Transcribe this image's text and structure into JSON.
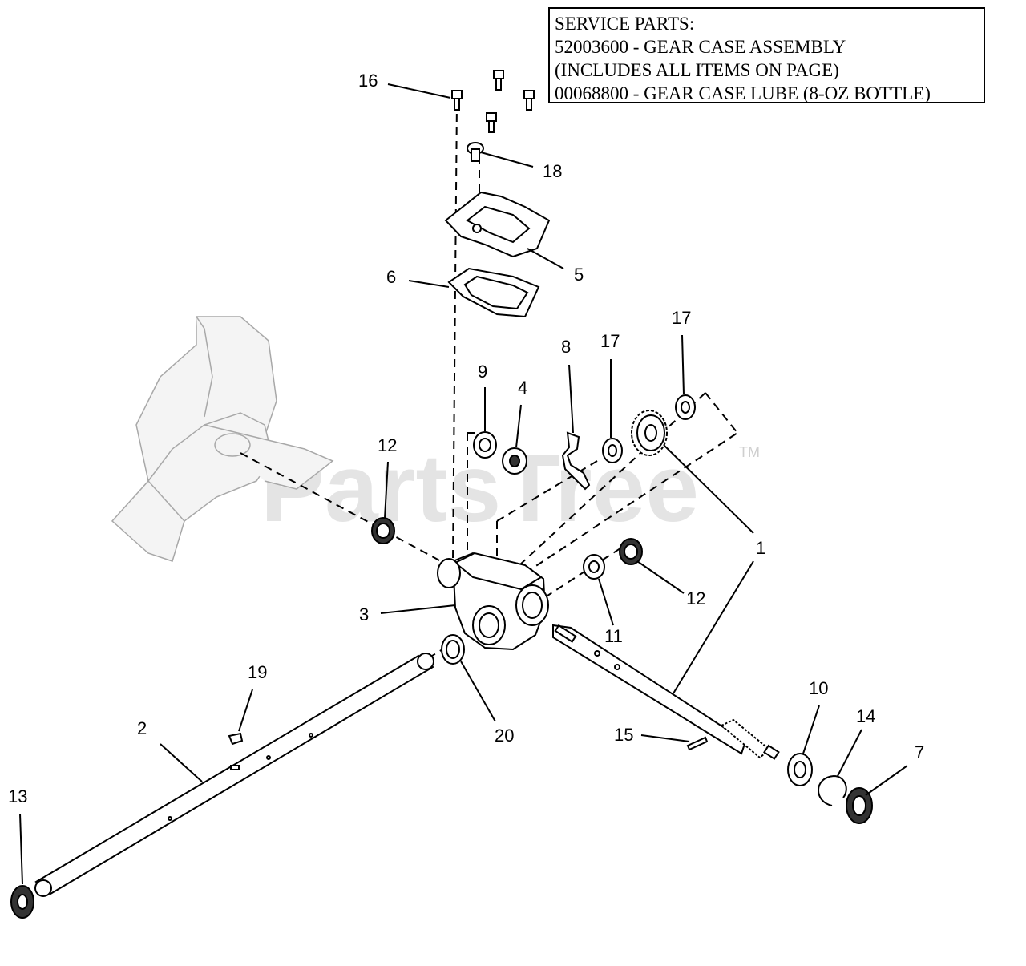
{
  "service_box": {
    "lines": [
      "SERVICE PARTS:",
      "52003600 - GEAR CASE ASSEMBLY",
      "(INCLUDES ALL ITEMS ON PAGE)",
      "00068800 - GEAR CASE LUBE (8-OZ BOTTLE)"
    ]
  },
  "watermark": {
    "text": "PartsTree",
    "tm": "TM"
  },
  "callouts": {
    "c1": "1",
    "c2": "2",
    "c3": "3",
    "c4": "4",
    "c5": "5",
    "c6": "6",
    "c7": "7",
    "c8": "8",
    "c9": "9",
    "c10": "10",
    "c11": "11",
    "c12a": "12",
    "c12b": "12",
    "c13": "13",
    "c14": "14",
    "c15": "15",
    "c16": "16",
    "c17a": "17",
    "c17b": "17",
    "c18": "18",
    "c19": "19",
    "c20": "20"
  }
}
